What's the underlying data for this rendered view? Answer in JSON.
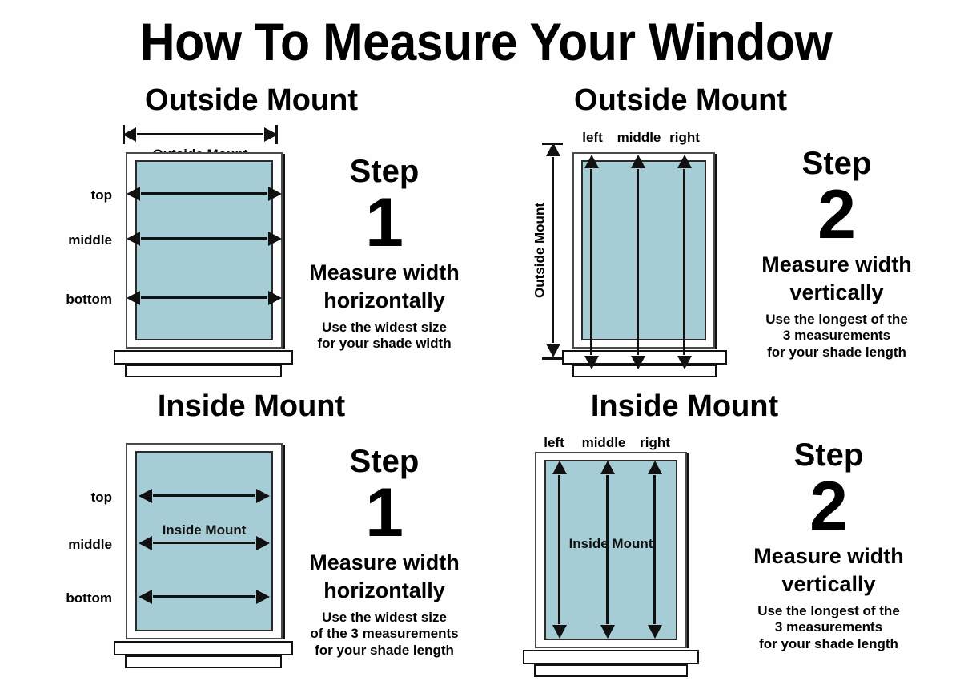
{
  "title": "How To Measure Your Window",
  "panels": [
    {
      "id": "outside-mount-step1",
      "heading": "Outside Mount",
      "dimension_label": "Outside Mount",
      "row_labels": [
        "top",
        "middle",
        "bottom"
      ],
      "step": {
        "word": "Step",
        "number": "1",
        "main_line1": "Measure width",
        "main_line2": "horizontally",
        "sub_lines": [
          "Use the widest size",
          "for your shade width"
        ]
      }
    },
    {
      "id": "outside-mount-step2",
      "heading": "Outside Mount",
      "dimension_label": "Outside Mount",
      "column_labels": [
        "left",
        "middle",
        "right"
      ],
      "step": {
        "word": "Step",
        "number": "2",
        "main_line1": "Measure width",
        "main_line2": "vertically",
        "sub_lines": [
          "Use the longest of the",
          "3 measurements",
          "for your shade length"
        ]
      }
    },
    {
      "id": "inside-mount-step1",
      "heading": "Inside Mount",
      "dimension_label": "Inside Mount",
      "row_labels": [
        "top",
        "middle",
        "bottom"
      ],
      "step": {
        "word": "Step",
        "number": "1",
        "main_line1": "Measure width",
        "main_line2": "horizontally",
        "sub_lines": [
          "Use the widest size",
          "of the 3 measurements",
          "for your shade length"
        ]
      }
    },
    {
      "id": "inside-mount-step2",
      "heading": "Inside Mount",
      "dimension_label": "Inside Mount",
      "column_labels": [
        "left",
        "middle",
        "right"
      ],
      "step": {
        "word": "Step",
        "number": "2",
        "main_line1": "Measure width",
        "main_line2": "vertically",
        "sub_lines": [
          "Use the longest of the",
          "3 measurements",
          "for your shade length"
        ]
      }
    }
  ],
  "colors": {
    "glass": "#a6cdd6",
    "frame_outline": "#4a4a4a",
    "glass_outline": "#2b2b2b",
    "ink": "#111111",
    "background": "#fefefe"
  }
}
